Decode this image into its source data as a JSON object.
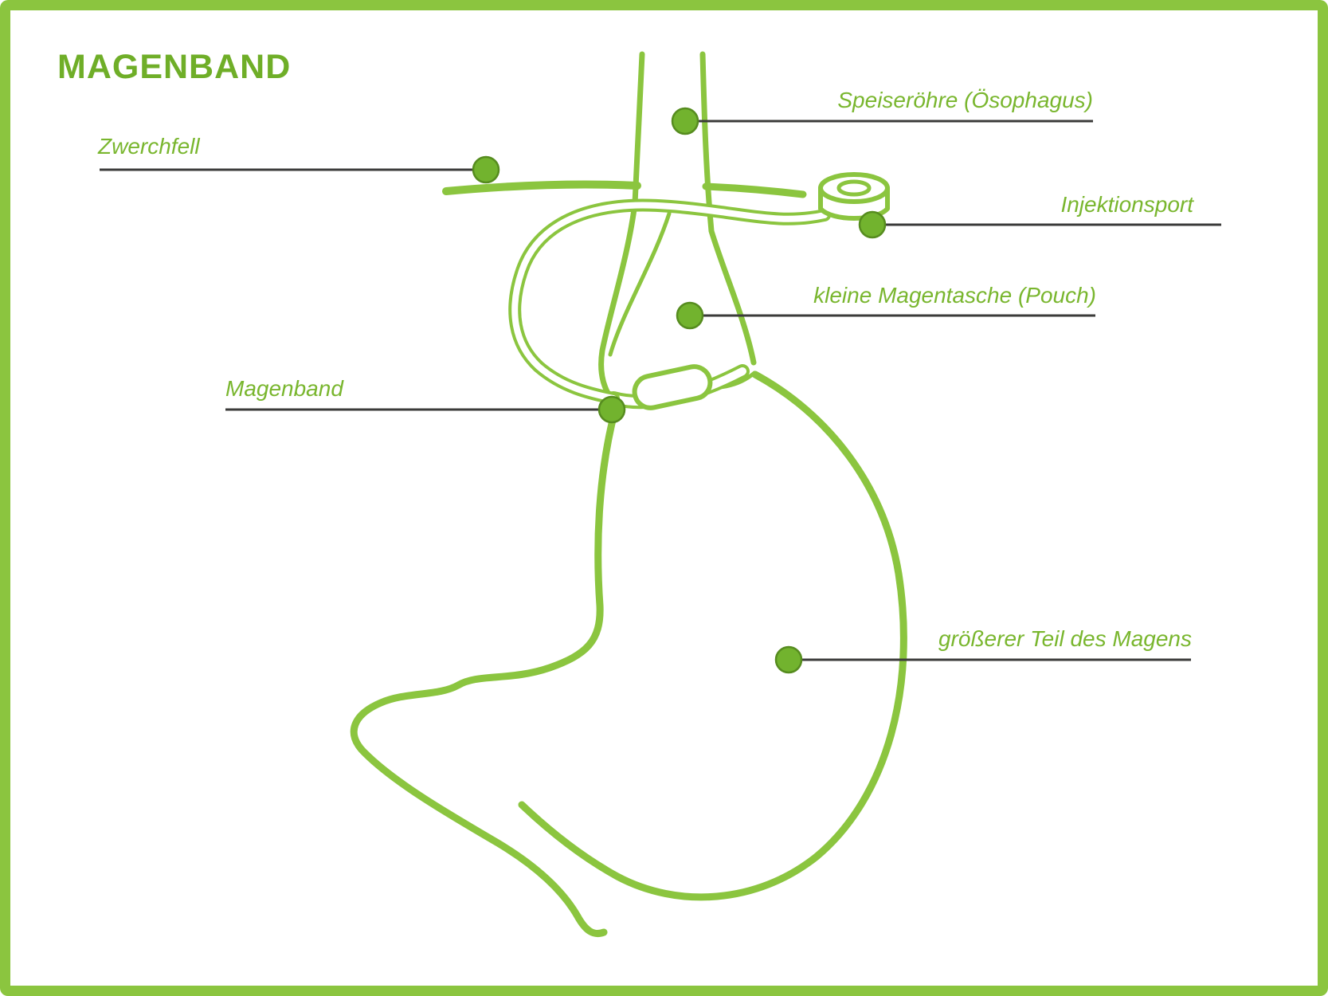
{
  "title": "MAGENBAND",
  "labels": {
    "speiseroehre": "Speiseröhre (Ösophagus)",
    "zwerchfell": "Zwerchfell",
    "injektionsport": "Injektionsport",
    "pouch": "kleine Magentasche (Pouch)",
    "magenband": "Magenband",
    "groesserer": "größerer Teil des Magens"
  },
  "colors": {
    "frame_green": "#8bc53f",
    "drawing_green": "#8bc53f",
    "label_green": "#79b62e",
    "title_green": "#6fae28",
    "leader_line": "#3b3b3a",
    "dot_fill": "#72b32e",
    "dot_stroke": "#568c1f"
  }
}
